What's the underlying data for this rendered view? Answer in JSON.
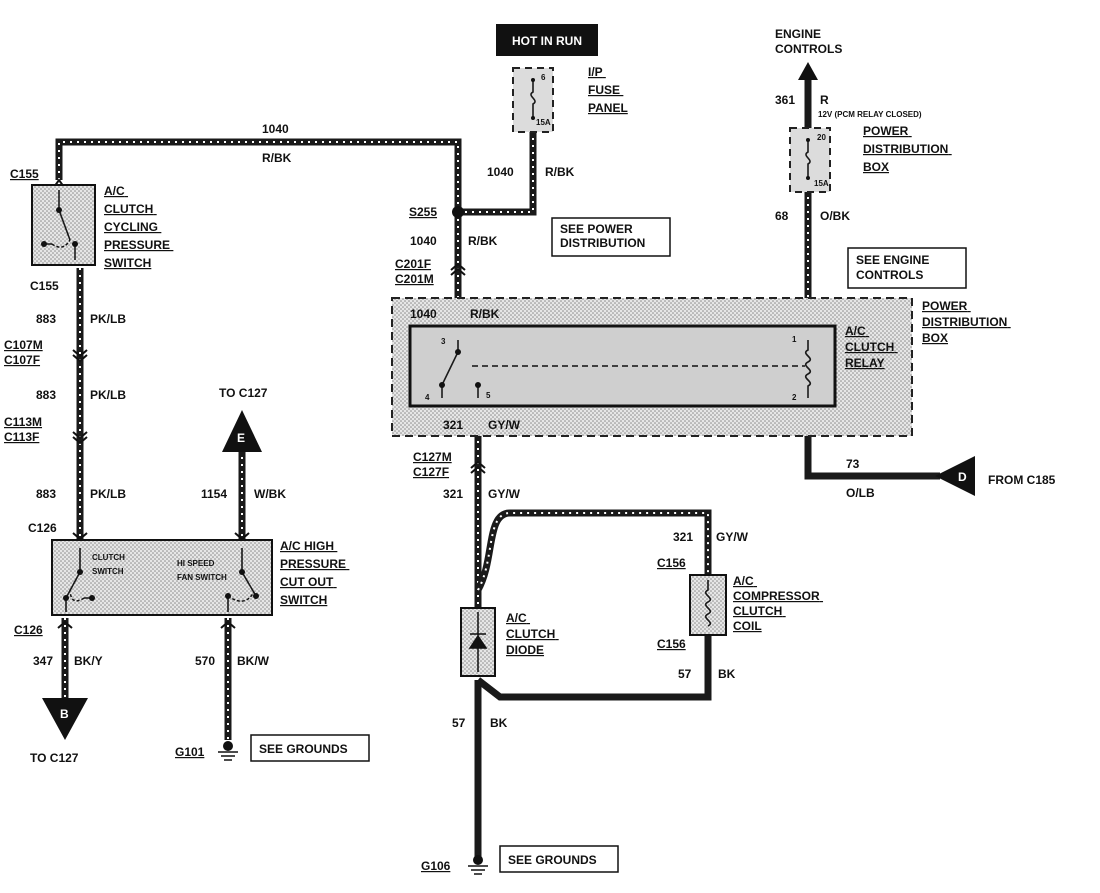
{
  "labels": {
    "hot_in_run": "HOT IN RUN",
    "ip_fuse_panel": [
      "I/P",
      "FUSE",
      "PANEL"
    ],
    "fuse_ip_num": "6",
    "fuse_ip_amp": "15A",
    "engine_controls_top": [
      "ENGINE",
      "CONTROLS"
    ],
    "circ_361": "361",
    "color_r": "R",
    "pcm_note": "12V (PCM RELAY CLOSED)",
    "pdb_top": [
      "POWER",
      "DISTRIBUTION",
      "BOX"
    ],
    "fuse_pdb_num": "20",
    "fuse_pdb_amp": "15A",
    "circ_68": "68",
    "color_obk": "O/BK",
    "see_engine_controls": [
      "SEE ENGINE",
      "CONTROLS"
    ],
    "pdb_main": [
      "POWER",
      "DISTRIBUTION",
      "BOX"
    ],
    "ac_clutch_relay": [
      "A/C",
      "CLUTCH",
      "RELAY"
    ],
    "circ_1040": "1040",
    "color_rbk": "R/BK",
    "c155": "C155",
    "ac_cycling": [
      "A/C",
      "CLUTCH",
      "CYCLING",
      "PRESSURE",
      "SWITCH"
    ],
    "s255": "S255",
    "see_power_distribution": [
      "SEE POWER",
      "DISTRIBUTION"
    ],
    "c201f": "C201F",
    "c201m": "C201M",
    "circ_883": "883",
    "color_pklb": "PK/LB",
    "c107m": "C107M",
    "c107f": "C107F",
    "c113m": "C113M",
    "c113f": "C113F",
    "to_c127": "TO C127",
    "term_e": "E",
    "term_b": "B",
    "term_d": "D",
    "circ_1154": "1154",
    "color_wbk": "W/BK",
    "c126": "C126",
    "ac_high_pressure": [
      "A/C HIGH",
      "PRESSURE",
      "CUT OUT",
      "SWITCH"
    ],
    "clutch_switch": [
      "CLUTCH",
      "SWITCH"
    ],
    "hi_speed_fan": [
      "HI SPEED",
      "FAN SWITCH"
    ],
    "circ_347": "347",
    "color_bky": "BK/Y",
    "circ_570": "570",
    "color_bkw": "BK/W",
    "g101": "G101",
    "see_grounds": "SEE GROUNDS",
    "circ_321": "321",
    "color_gyw": "GY/W",
    "c127m": "C127M",
    "c127f": "C127F",
    "circ_73": "73",
    "color_olb": "O/LB",
    "from_c185": "FROM C185",
    "c156": "C156",
    "ac_compressor": [
      "A/C",
      "COMPRESSOR",
      "CLUTCH",
      "COIL"
    ],
    "ac_clutch_diode": [
      "A/C",
      "CLUTCH",
      "DIODE"
    ],
    "circ_57": "57",
    "color_bk": "BK",
    "g106": "G106",
    "pin_1": "1",
    "pin_2": "2",
    "pin_3": "3",
    "pin_4": "4",
    "pin_5": "5"
  }
}
